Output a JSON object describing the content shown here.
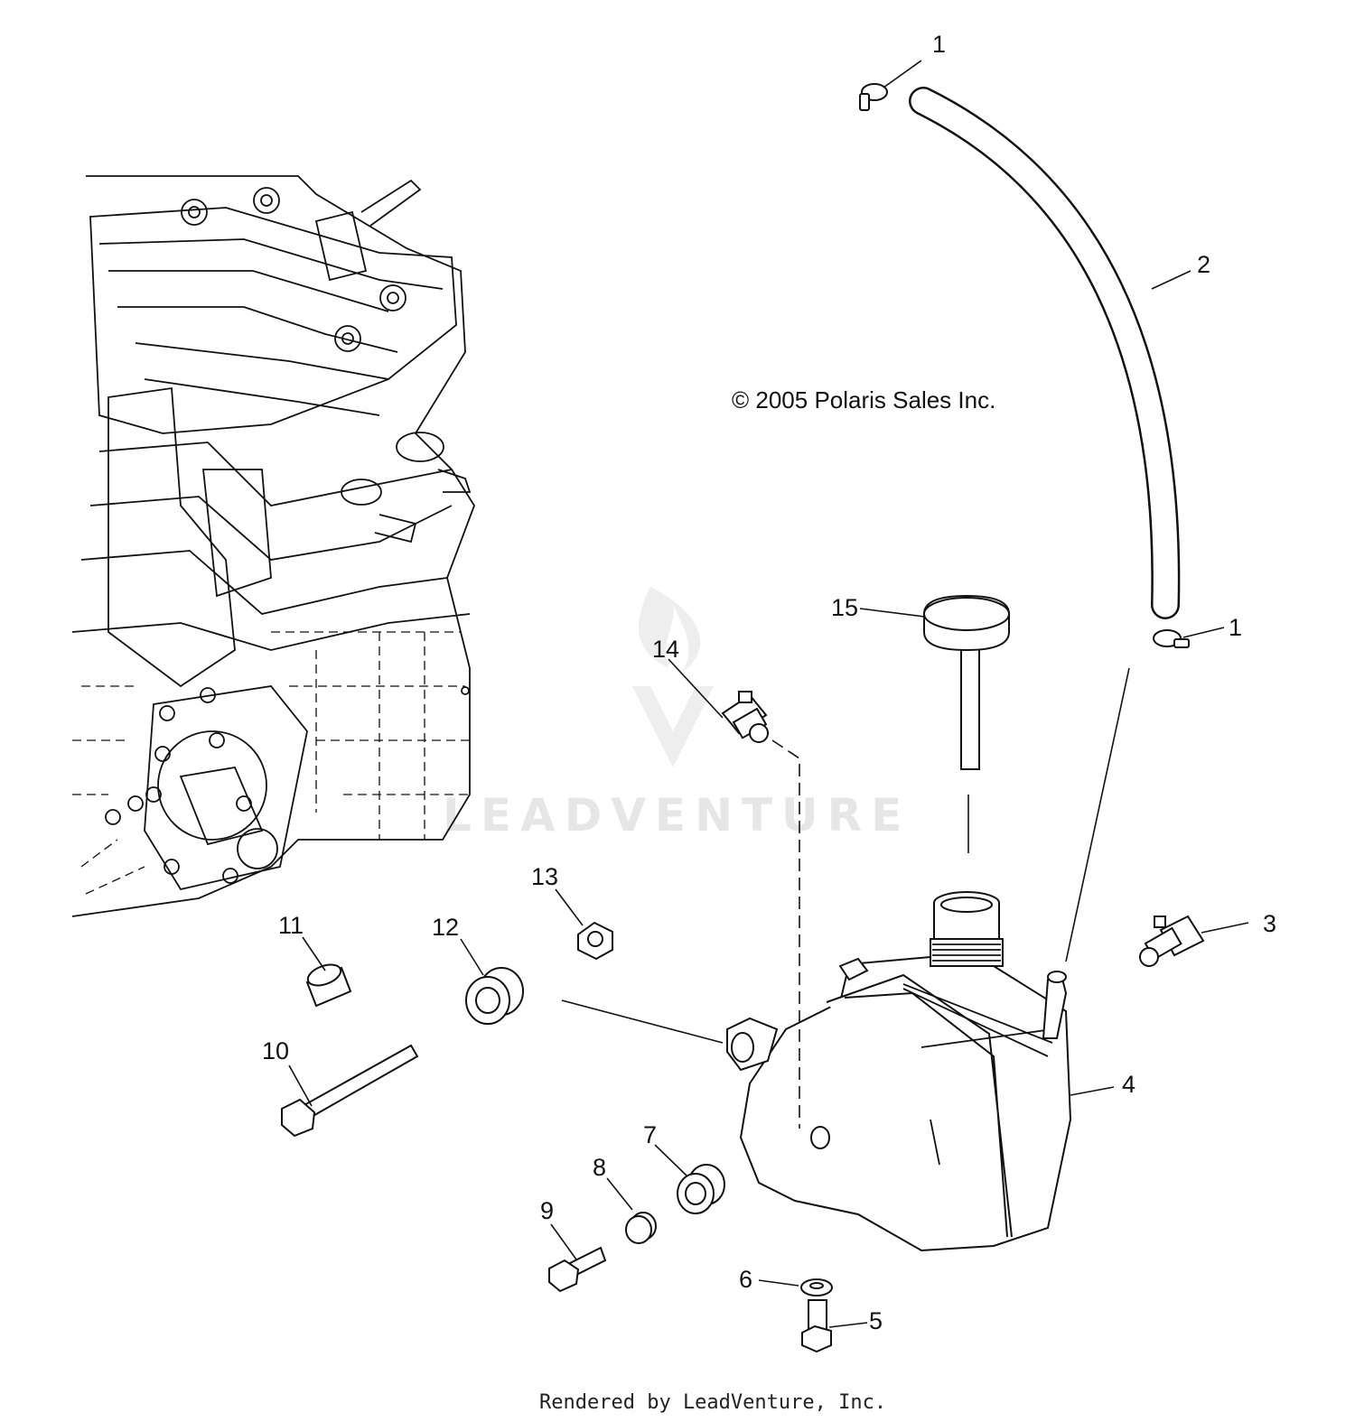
{
  "copyright": "© 2005 Polaris Sales Inc.",
  "watermark": "LEADVENTURE",
  "footer": "Rendered by LeadVenture, Inc.",
  "callouts": [
    "1",
    "2",
    "1",
    "3",
    "4",
    "5",
    "6",
    "7",
    "8",
    "9",
    "10",
    "11",
    "12",
    "13",
    "14",
    "15"
  ]
}
